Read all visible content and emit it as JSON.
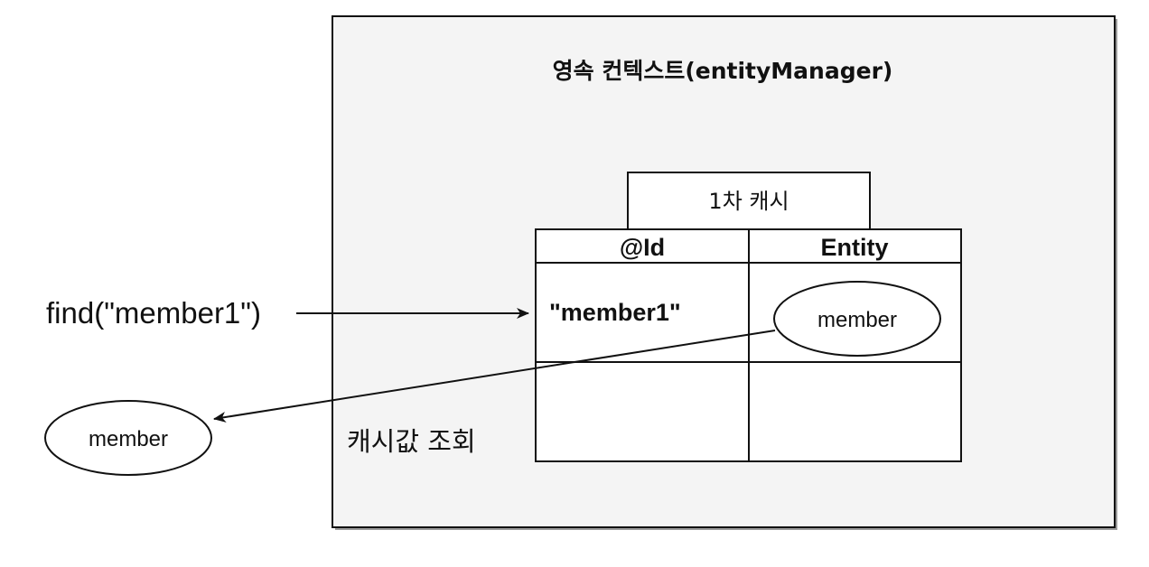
{
  "context": {
    "title": "영속 컨텍스트(entityManager)"
  },
  "cache": {
    "label": "1차 캐시",
    "table": {
      "headers": [
        "@Id",
        "Entity"
      ],
      "rows": [
        {
          "id": "\"member1\"",
          "entity": "member"
        },
        {
          "id": "",
          "entity": ""
        }
      ]
    }
  },
  "call": {
    "label": "find(\"member1\")"
  },
  "result": {
    "label": "member"
  },
  "caption": {
    "label": "캐시값 조회"
  },
  "colors": {
    "context_fill": "#f4f4f4",
    "stroke": "#111111",
    "shadow": "#9a9a9a"
  }
}
